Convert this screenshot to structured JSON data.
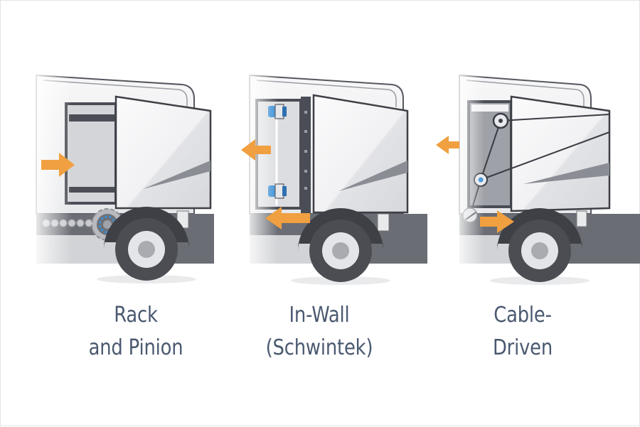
{
  "diagram": {
    "subject": "RV slide-out mechanism types",
    "colors": {
      "arrow": "#f0a040",
      "caption_text": "#4a5970",
      "body_white": "#f4f4f5",
      "body_gray": "#d9dadd",
      "frame_dark": "#4a4d55",
      "tire": "#4b4d53",
      "rim": "#e6e7ea",
      "accent_blue": "#3a8fd6",
      "stripe": "#8a8d94"
    },
    "panels": [
      {
        "id": "rack-and-pinion",
        "caption_line1": "Rack",
        "caption_line2": "and Pinion",
        "arrow_direction": "right",
        "components": [
          "slide-out box",
          "chain rack",
          "pinion gear",
          "rear wheel"
        ]
      },
      {
        "id": "in-wall",
        "caption_line1": "In-Wall",
        "caption_line2": "(Schwintek)",
        "arrow_direction": "left",
        "components": [
          "slide-out box",
          "wall-mounted motors",
          "vertical gear column",
          "rear wheel"
        ]
      },
      {
        "id": "cable-driven",
        "caption_line1": "Cable-",
        "caption_line2": "Driven",
        "arrow_direction": "left-and-right",
        "components": [
          "slide-out box",
          "upper pulley",
          "middle pulley",
          "lower cable drum",
          "cables",
          "rear wheel"
        ]
      }
    ]
  }
}
